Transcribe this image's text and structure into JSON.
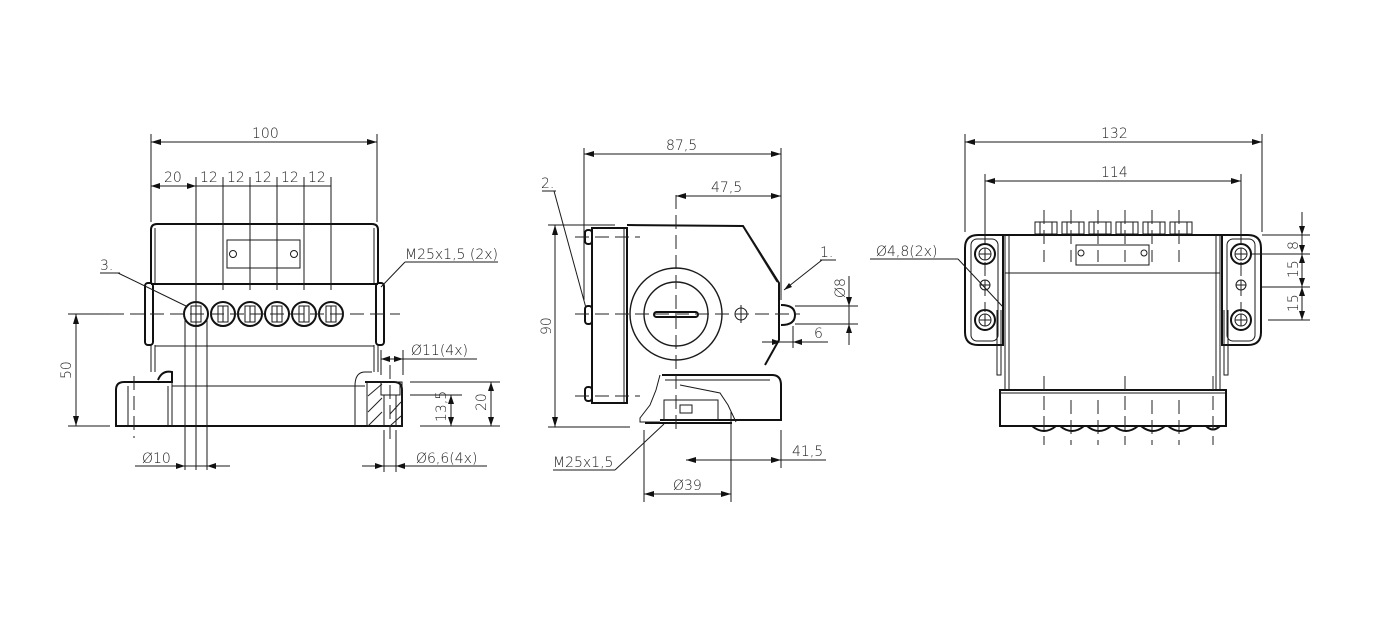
{
  "drawing": {
    "type": "technical-drawing",
    "views": [
      {
        "name": "front-view",
        "dimensions": {
          "overall_width": "100",
          "first_offset": "20",
          "pitches": [
            "12",
            "12",
            "12",
            "12",
            "12"
          ],
          "height_to_axis": "50",
          "base_height": "20",
          "counterbore_depth": "13,5",
          "lens_diameter": "Ø10",
          "counterbore_diameter": "Ø11(4x)",
          "hole_diameter": "Ø6,6(4x)",
          "thread_callout": "M25x1,5 (2x)",
          "item_label": "3."
        }
      },
      {
        "name": "side-view",
        "dimensions": {
          "overall_depth": "87,5",
          "axis_offset": "47,5",
          "overall_height": "90",
          "pin_diameter": "Ø8",
          "pin_offset": "6",
          "thread_callout": "M25x1,5",
          "gland_diameter": "Ø39",
          "gland_offset": "41,5",
          "item_label_1": "1.",
          "item_label_2": "2."
        }
      },
      {
        "name": "top-view",
        "dimensions": {
          "overall_width": "132",
          "hole_spacing": "114",
          "hole_diameter": "Ø4,8(2x)",
          "vertical_offsets": [
            "8",
            "15",
            "15"
          ]
        }
      }
    ],
    "colors": {
      "line": "#1a1a1a",
      "background": "#ffffff"
    }
  }
}
